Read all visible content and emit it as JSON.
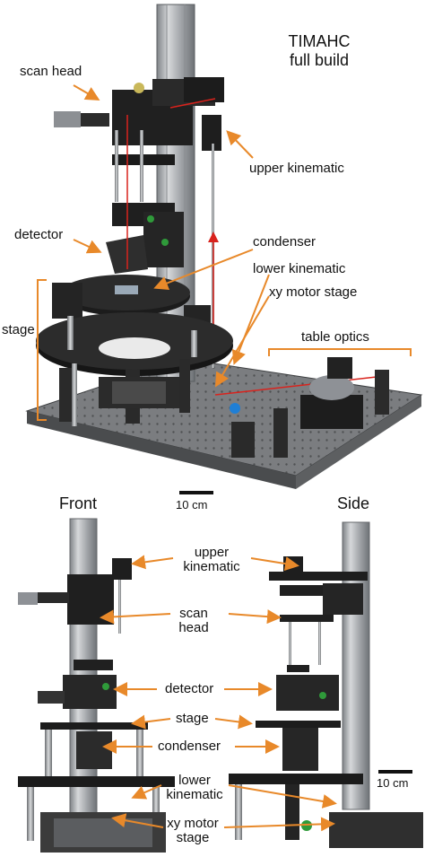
{
  "title": {
    "line1": "TIMAHC",
    "line2": "full build"
  },
  "top_labels": {
    "scan_head": "scan head",
    "upper_kinematic": "upper kinematic",
    "detector": "detector",
    "condenser": "condenser",
    "lower_kinematic": "lower kinematic",
    "xy_motor_stage": "xy motor stage",
    "table_optics": "table optics",
    "stage": "stage"
  },
  "scale_bars": {
    "top": "10 cm",
    "bottom": "10 cm"
  },
  "views": {
    "front": "Front",
    "side": "Side"
  },
  "bottom_labels": {
    "upper_kinematic_1": "upper",
    "upper_kinematic_2": "kinematic",
    "scan_head_1": "scan",
    "scan_head_2": "head",
    "detector": "detector",
    "stage": "stage",
    "condenser": "condenser",
    "lower_kinematic_1": "lower",
    "lower_kinematic_2": "kinematic",
    "xy_motor_stage_1": "xy motor",
    "xy_motor_stage_2": "stage"
  },
  "colors": {
    "arrow": "#e8892a",
    "laser": "#d9231d",
    "metal": "#a9acb0",
    "dark": "#1e1e1e",
    "table": "#7b7d80"
  }
}
